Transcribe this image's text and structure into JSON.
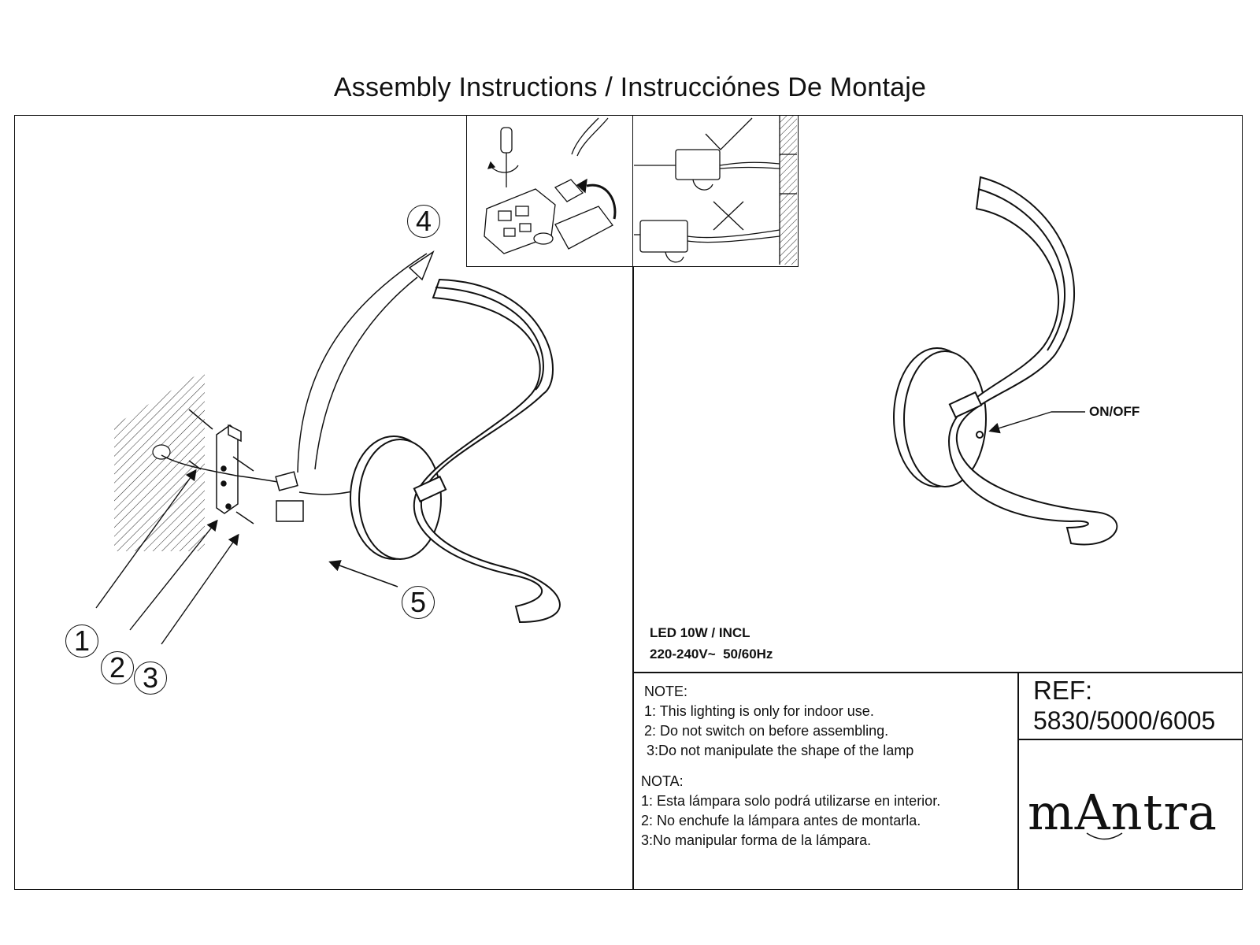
{
  "title": "Assembly Instructions / Instrucciónes De Montaje",
  "steps": [
    "1",
    "2",
    "3",
    "4",
    "5"
  ],
  "specs": {
    "line1": "LED 10W / INCL",
    "line2": "220-240V~  50/60Hz"
  },
  "onoff_label": "ON/OFF",
  "note_en": {
    "heading": "NOTE:",
    "items": [
      "1: This lighting is only for indoor use.",
      "2: Do not switch on before assembling.",
      "3:Do not manipulate the shape of the lamp"
    ]
  },
  "note_es": {
    "heading": "NOTA:",
    "items": [
      "1: Esta lámpara solo podrá utilizarse en interior.",
      "2: No enchufe la lámpara antes de montarla.",
      "3:No manipular forma de la lámpara."
    ]
  },
  "ref": {
    "label": "REF:",
    "code": "5830/5000/6005"
  },
  "brand": "mAntra",
  "colors": {
    "ink": "#111111",
    "paper": "#ffffff"
  }
}
